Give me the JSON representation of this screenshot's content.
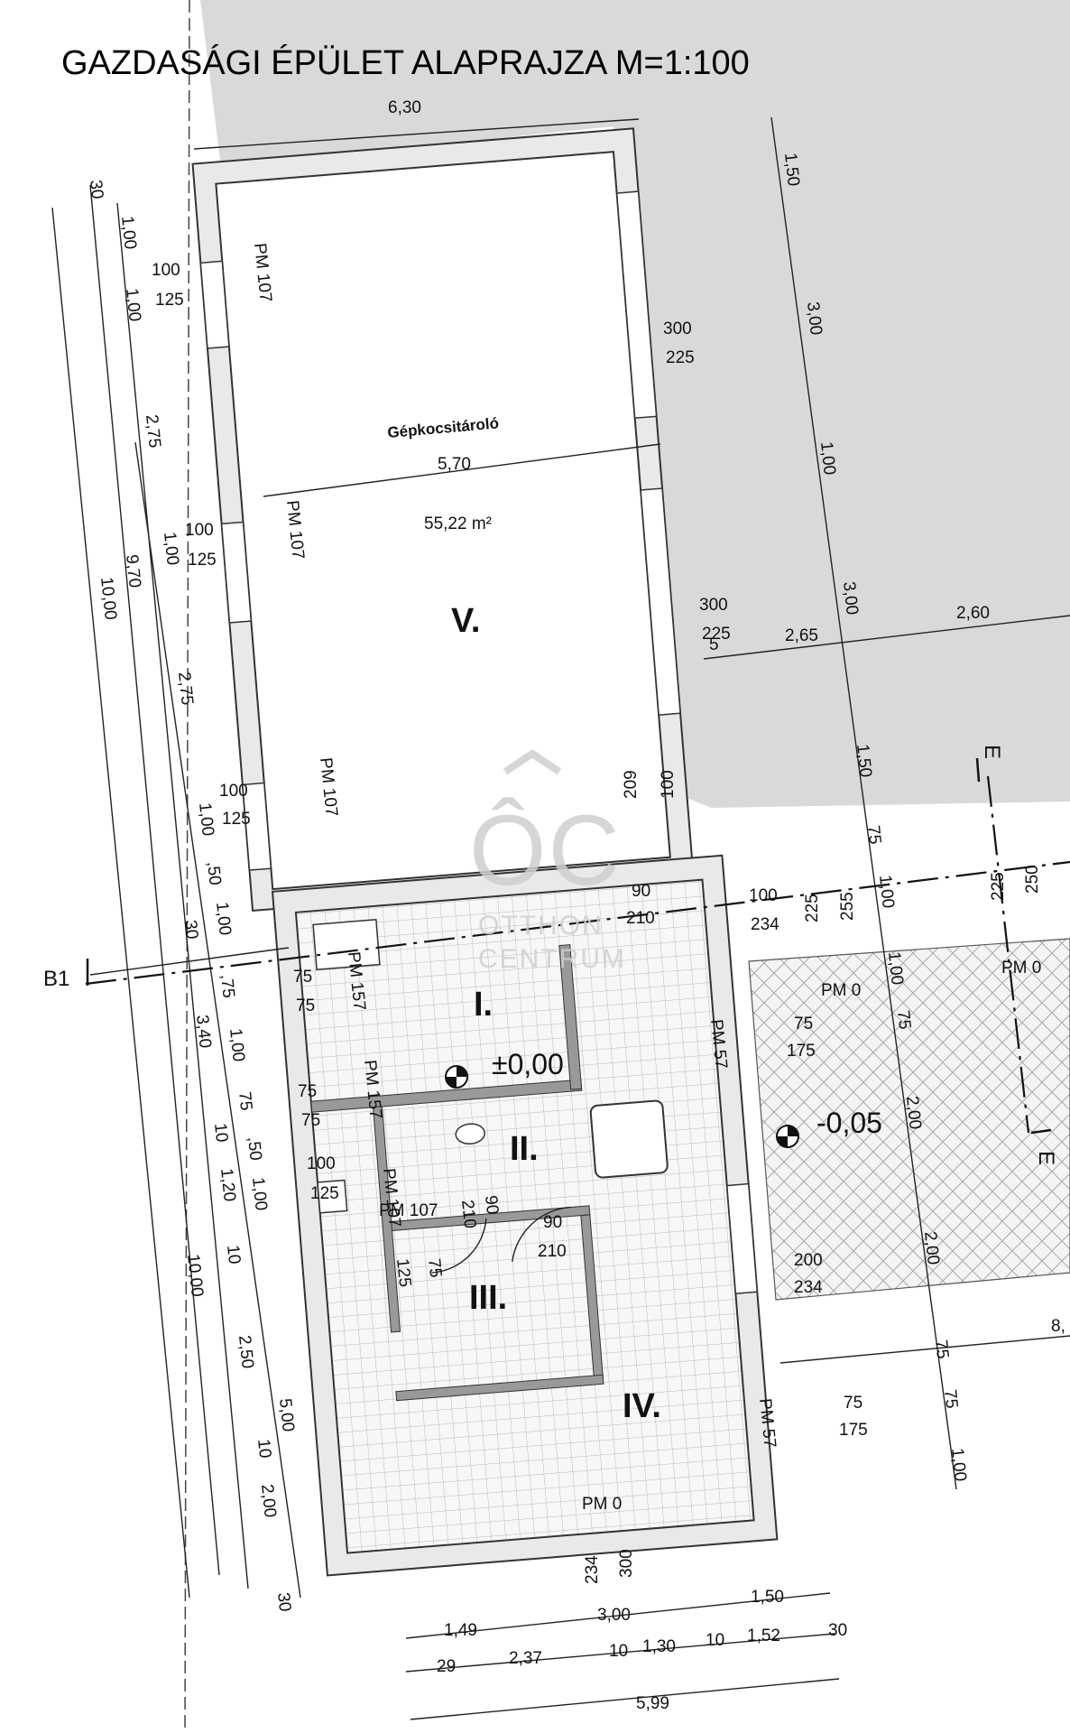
{
  "title": "GAZDASÁGI ÉPÜLET ALAPRAJZA M=1:100",
  "section_marks": {
    "b1": "B1",
    "e_top": "E",
    "e_bottom": "E"
  },
  "rooms": {
    "r1": "I.",
    "r2": "II.",
    "r3": "III.",
    "r4": "IV.",
    "r5": "V.",
    "garage_name": "Gépkocsitároló",
    "garage_area": "55,22 m²"
  },
  "levels": {
    "floor": "±0,00",
    "terrace": "-0,05"
  },
  "dimensions": {
    "top_width": "6,30",
    "garage_width": "5,70",
    "left_total": "10,00",
    "left_total2": "10,00",
    "left_inner": "9,70",
    "left_mid": "3,40",
    "right_col": [
      "1,50",
      "3,00",
      "1,00",
      "3,00",
      "1,50"
    ],
    "right_lower": [
      "75",
      "1,00",
      "1,00",
      "75",
      "2,00",
      "2,00",
      "75",
      "75",
      "1,00"
    ],
    "horiz_265": "2,65",
    "horiz_260": "2,60",
    "horiz_5": "5",
    "bottom_row1": [
      "1,49",
      "3,00",
      "1,50",
      "30"
    ],
    "bottom_row2": [
      "29",
      "2,37",
      "10",
      "1,30",
      "10",
      "1,52"
    ],
    "bottom_total": "5,99",
    "right_edge_8": "8,"
  },
  "left_chain": [
    "30",
    "1,00",
    "1,00",
    "2,75",
    "1,00",
    "2,75",
    "1,00",
    ",50",
    "1,00",
    "30",
    ",75",
    "1,00",
    "75",
    ",50",
    "10",
    "1,20",
    "1,00",
    "10",
    "2,50",
    "5,00",
    "10",
    "2,00",
    "30"
  ],
  "openings": {
    "pm107": "PM 107",
    "pm157": "PM 157",
    "pm57": "PM 57",
    "pm0": "PM 0",
    "w100": "100",
    "w125": "125",
    "w300": "300",
    "w225": "225",
    "w75": "75",
    "w175": "175",
    "w90": "90",
    "w210": "210",
    "w234": "234",
    "w200": "200",
    "w209": "209",
    "w250": "250",
    "w255": "255"
  },
  "watermark": {
    "logo": "ÔC",
    "line1": "OTTHON",
    "line2": "CENTRUM"
  }
}
